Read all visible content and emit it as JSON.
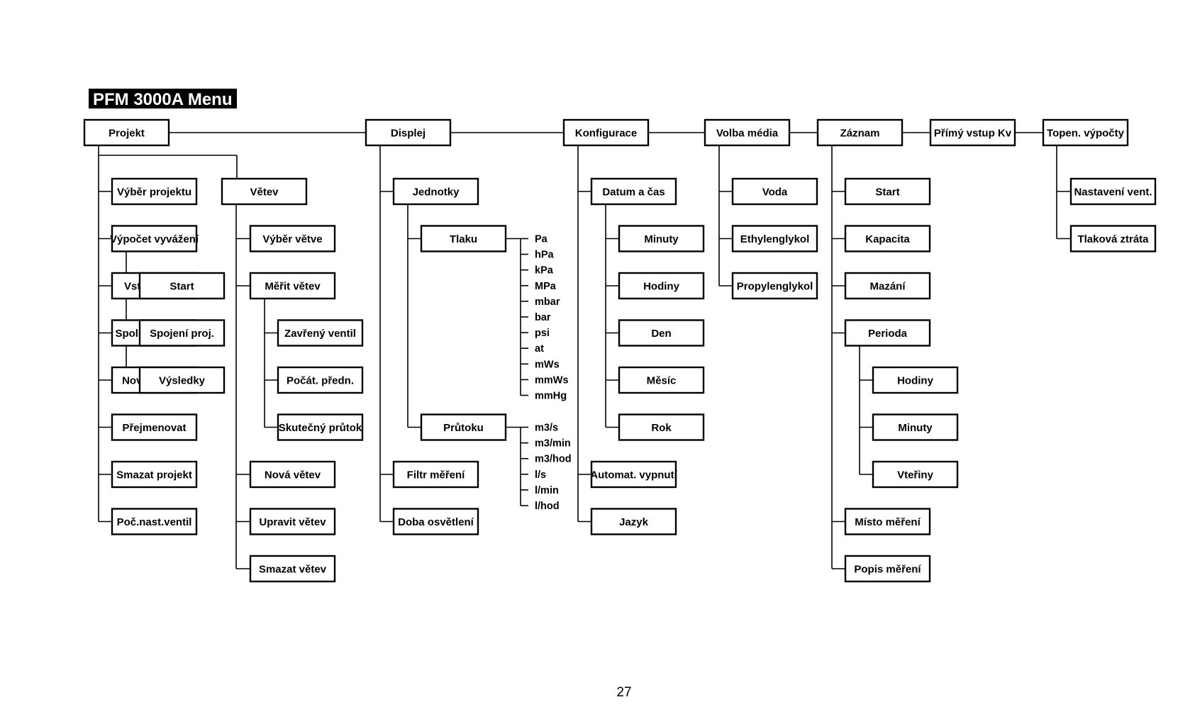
{
  "title": "PFM 3000A Menu",
  "page_number": "27",
  "colors": {
    "line": "#000000",
    "title_bg": "#000000",
    "title_fg": "#ffffff",
    "background": "#ffffff"
  },
  "top_menu": [
    "Projekt",
    "Displej",
    "Konfigurace",
    "Volba média",
    "Záznam",
    "Přímý vstup Kv",
    "Topen. výpočty"
  ],
  "projekt": {
    "label": "Projekt",
    "items": [
      "Výběr projektu",
      "Výpočet vyvážení",
      "Vstupní tlak",
      "Společný ventil",
      "Nový projekt",
      "Přejmenovat",
      "Smazat projekt",
      "Poč.nast.ventil"
    ],
    "vypocet_children": [
      "Start",
      "Spojení proj.",
      "Výsledky"
    ]
  },
  "vetev": {
    "label": "Větev",
    "items": [
      "Výběr větve",
      "Měřit větev",
      "Nová větev",
      "Upravit větev",
      "Smazat větev"
    ],
    "merit_children": [
      "Zavřený ventil",
      "Počát. předn.",
      "Skutečný průtok"
    ]
  },
  "displej": {
    "label": "Displej",
    "items": [
      "Jednotky",
      "Filtr měření",
      "Doba osvětlení"
    ],
    "jednotky_children": [
      "Tlaku",
      "Průtoku"
    ],
    "tlaku_units": [
      "Pa",
      "hPa",
      "kPa",
      "MPa",
      "mbar",
      "bar",
      "psi",
      "at",
      "mWs",
      "mmWs",
      "mmHg"
    ],
    "prutoku_units": [
      "m3/s",
      "m3/min",
      "m3/hod",
      "l/s",
      "l/min",
      "l/hod"
    ]
  },
  "konfigurace": {
    "label": "Konfigurace",
    "items": [
      "Datum a čas",
      "Automat. vypnutí",
      "Jazyk"
    ],
    "datum_children": [
      "Minuty",
      "Hodiny",
      "Den",
      "Měsíc",
      "Rok"
    ]
  },
  "volba_media": {
    "label": "Volba média",
    "items": [
      "Voda",
      "Ethylenglykol",
      "Propylenglykol"
    ]
  },
  "zaznam": {
    "label": "Záznam",
    "items": [
      "Start",
      "Kapacita",
      "Mazání",
      "Perioda",
      "Místo měření",
      "Popis měření"
    ],
    "perioda_children": [
      "Hodiny",
      "Minuty",
      "Vteřiny"
    ]
  },
  "primy_vstup": {
    "label": "Přímý vstup Kv"
  },
  "topen": {
    "label": "Topen. výpočty",
    "items": [
      "Nastavení vent.",
      "Tlaková ztráta"
    ]
  }
}
